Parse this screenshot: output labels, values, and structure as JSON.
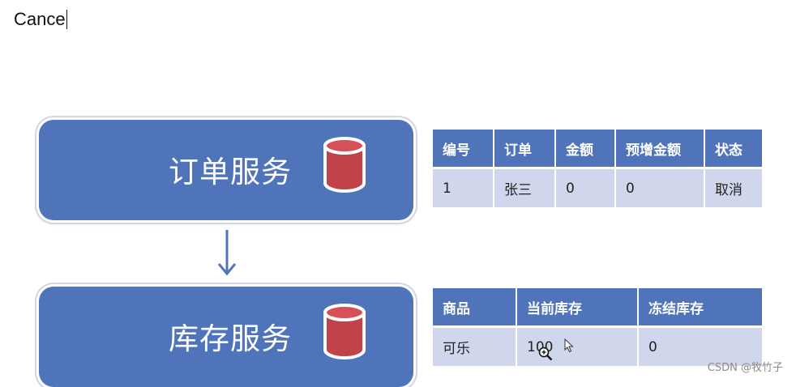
{
  "header": {
    "title": "Cance"
  },
  "services": {
    "order": {
      "label": "订单服务",
      "icon": "database-icon"
    },
    "inventory": {
      "label": "库存服务",
      "icon": "database-icon"
    }
  },
  "connector": {
    "icon": "arrow-down-icon"
  },
  "orders_table": {
    "columns": [
      "编号",
      "订单",
      "金额",
      "预增金额",
      "状态"
    ],
    "rows": [
      [
        "1",
        "张三",
        "0",
        "0",
        "取消"
      ]
    ]
  },
  "inventory_table": {
    "columns": [
      "商品",
      "当前库存",
      "冻结库存"
    ],
    "rows": [
      [
        "可乐",
        "100",
        "0"
      ]
    ]
  },
  "overlay": {
    "cursor_icon": "mouse-pointer-icon",
    "zoom_icon": "zoom-in-icon"
  },
  "watermark": "CSDN @牧竹子",
  "colors": {
    "accent": "#4f74ba",
    "cell_bg": "#d0d7ec",
    "db_red": "#c0434a"
  }
}
